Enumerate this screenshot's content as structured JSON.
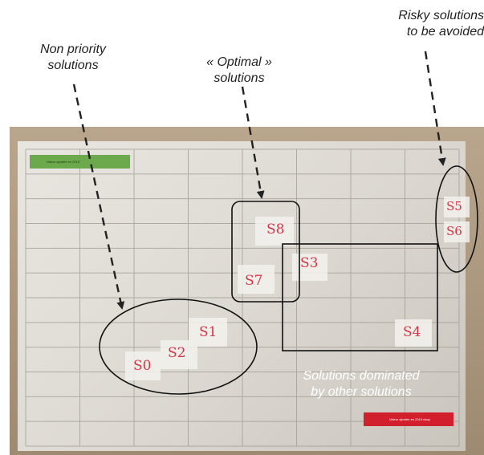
{
  "annotations": {
    "non_priority": [
      "Non priority",
      "solutions"
    ],
    "optimal": [
      "« Optimal »",
      "solutions"
    ],
    "risky": [
      "Risky solutions",
      "to be avoided"
    ],
    "dominated": [
      "Solutions dominated",
      "by other solutions"
    ]
  },
  "notes": {
    "s0": "S0",
    "s1": "S1",
    "s2": "S2",
    "s3": "S3",
    "s4": "S4",
    "s5": "S5",
    "s6": "S6",
    "s7": "S7",
    "s8": "S8"
  },
  "board": {
    "green_tag": "Valeur ajoutée en 2015",
    "red_tag": "Valeur ajoutée en 2015 risqu"
  },
  "colors": {
    "green_tag": "#6ca84c",
    "red_tag": "#d21f2e",
    "note_ink": "#d2364a",
    "arrow": "#222222"
  }
}
